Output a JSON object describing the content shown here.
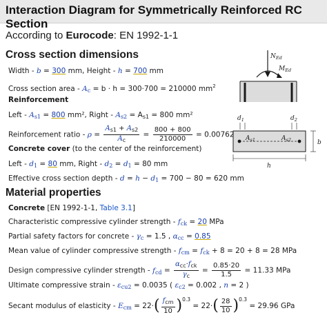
{
  "title": "Interaction Diagram for Symmetrically Reinforced RC Section",
  "according_prefix": "According to ",
  "according_std": "Eurocode",
  "according_suffix": ": EN 1992-1-1",
  "sections": {
    "cross_section": "Cross section dimensions",
    "material": "Material properties"
  },
  "rows": {
    "width_label": "Width - ",
    "width_var": "b",
    "width_val": "300",
    "width_unit": " mm, Height - ",
    "height_var": "h",
    "height_val": "700",
    "height_unit": " mm",
    "area_label": "Cross section area - ",
    "area_expr": "= b · h = 300·700 = 210000 mm",
    "area_exp": "2",
    "reinf_head": "Reinforcement",
    "left_label": "Left - ",
    "as1_val": "800",
    "left_mid": " mm², Right - ",
    "as2_expr": "= A",
    "as2_tail": " = 800 mm²",
    "ratio_label": "Reinforcement ratio - ",
    "ratio_num1": "A",
    "ratio_den1": "A",
    "ratio_num2": "800 + 800",
    "ratio_den2": "210000",
    "ratio_result": "= 0.00762",
    "cover_head": "Concrete cover",
    "cover_note": " (to the center of the reinforcement)",
    "d1_label": "Left - ",
    "d1_val": "80",
    "d1_mid": " mm, Right - ",
    "d2_tail": " = 80 mm",
    "eff_label": "Effective cross section depth - ",
    "eff_expr": "= 700 − 80 = 620 mm",
    "concrete_head": "Concrete",
    "concrete_ref": " [EN 1992-1-1, ",
    "concrete_link": "Table 3.1",
    "concrete_close": "]",
    "fck_label": "Characteristic compressive cylinder strength - ",
    "fck_val": "20",
    "fck_unit": " MPa",
    "psf_label": "Partial safety factors for concrete - ",
    "gamma_c": "= 1.5 , ",
    "acc_val": "0.85",
    "fcm_label": "Mean value of cylinder compressive strength - ",
    "fcm_expr": "+ 8 = 20 + 8 = 28 MPa",
    "fcd_label": "Design compressive cylinder strength - ",
    "fcd_num2": "0.85·20",
    "fcd_den2": "1.5",
    "fcd_result": "= 11.33 MPa",
    "ecu_label": "Ultimate compressive strain - ",
    "ecu_expr": "= 0.0035 ( ",
    "ec2_expr": " = 0.002 , ",
    "n_expr": " = 2 )",
    "ecm_label": "Secant modulus of elasticity - ",
    "ecm_pre": "= 22·",
    "ecm_den": "10",
    "ecm_exp": "0.3",
    "ecm_mid": "= 22·",
    "ecm_num2": "28",
    "ecm_den2": "10",
    "ecm_result": "= 29.96 GPa"
  },
  "diagram": {
    "ned": "N",
    "ned_sub": "Ed",
    "med": "M",
    "med_sub": "Ed",
    "d1": "d",
    "d1_sub": "1",
    "d2": "d",
    "d2_sub": "2",
    "as1": "A",
    "as1_sub": "s1",
    "as2": "A",
    "as2_sub": "s2",
    "b": "b",
    "h": "h"
  }
}
